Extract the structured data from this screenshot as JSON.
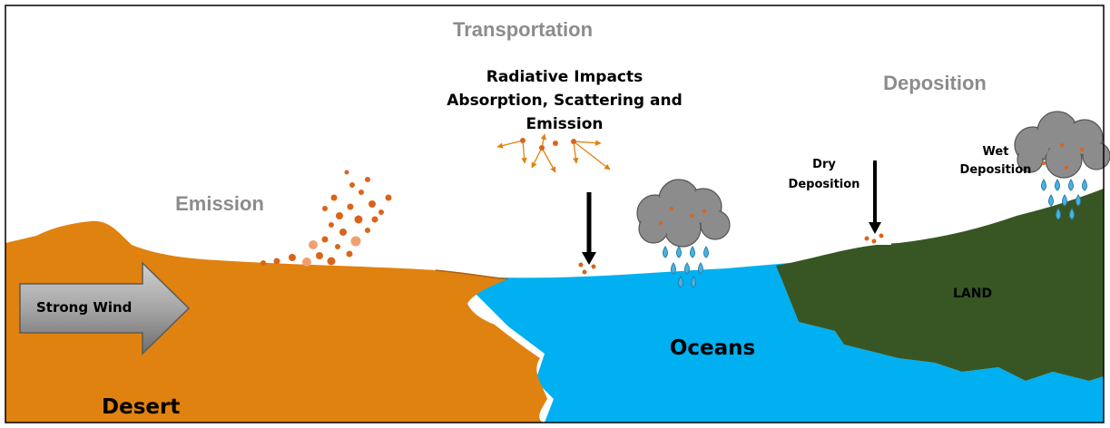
{
  "diagram": {
    "stages": {
      "transportation": "Transportation",
      "deposition": "Deposition",
      "emission": "Emission"
    },
    "radiative": {
      "line1": "Radiative Impacts",
      "line2": "Absorption, Scattering and",
      "line3": "Emission"
    },
    "dry_deposition": {
      "line1": "Dry",
      "line2": "Deposition"
    },
    "wet_deposition": {
      "line1": "Wet",
      "line2": "Deposition"
    },
    "regions": {
      "desert": "Desert",
      "oceans": "Oceans",
      "land": "LAND"
    },
    "wind_label": "Strong Wind",
    "colors": {
      "desert": "#e0820f",
      "ocean": "#00b0f0",
      "land": "#375623",
      "dust": "#d9651a",
      "cloud": "#8c8c8c",
      "raindrop": "#4ab3e0",
      "stage_text": "#8c8c8c",
      "frame": "#000000"
    }
  }
}
